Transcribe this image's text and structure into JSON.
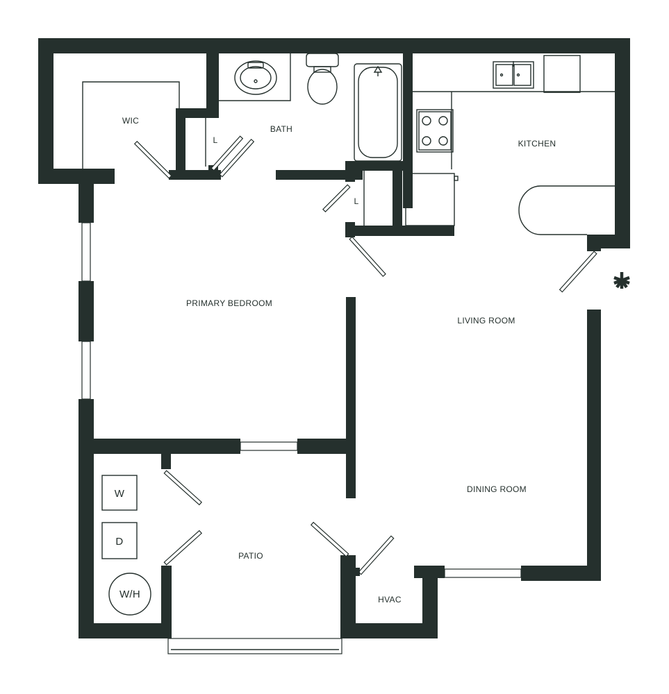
{
  "rooms": {
    "wic": "WIC",
    "bath": "BATH",
    "kitchen": "KITCHEN",
    "primary_bedroom": "PRIMARY BEDROOM",
    "living_room": "LIVING ROOM",
    "dining_room": "DINING ROOM",
    "patio": "PATIO",
    "hvac": "HVAC"
  },
  "fixtures": {
    "linen_closet_bath": "L",
    "linen_closet_hall": "L",
    "washer": "W",
    "dryer": "D",
    "water_heater": "W/H"
  },
  "colors": {
    "wall": "#25302d",
    "background": "#ffffff"
  },
  "icons": {
    "entry_marker": "asterisk-icon"
  }
}
